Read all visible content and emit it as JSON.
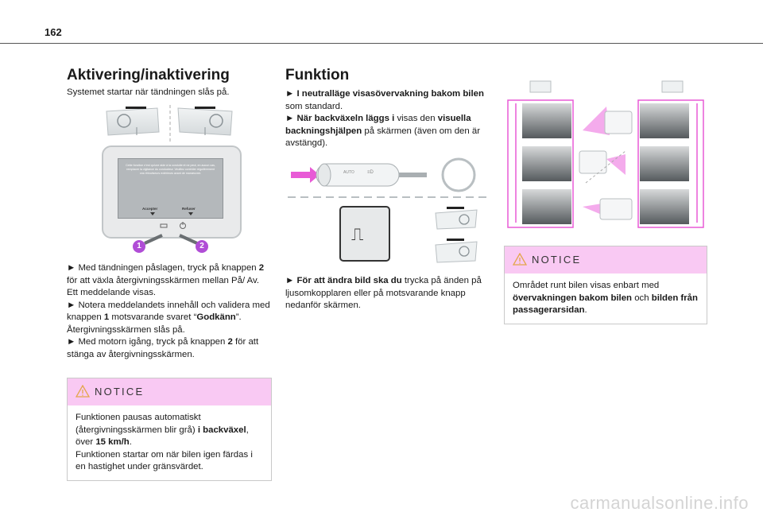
{
  "page": {
    "number": "162",
    "watermark": "carmanualsonline.info"
  },
  "left": {
    "heading": "Aktivering/inaktivering",
    "intro": "Systemet startar när tändningen slås på.",
    "screen_text": "Cette fonction n'est qu'une aide à la conduite et ne peut, en aucun cas, remplacer la vigilance du conducteur. Veuillez contrôler régulièrement vos rétroviseurs extérieurs avant de manœuvrer.",
    "screen_accept": "Accepter",
    "screen_refuse": "Refuser",
    "callout_1": "1",
    "callout_2": "2",
    "p1_a": "► Med tändningen påslagen, tryck på knappen ",
    "p1_b": "2",
    "p1_c": " för att växla återgivningsskärmen mellan På/ Av.",
    "p2": "Ett meddelande visas.",
    "p3_a": "► Notera meddelandets innehåll och validera med knappen ",
    "p3_b": "1",
    "p3_c": " motsvarande svaret “",
    "p3_d": "Godkänn",
    "p3_e": "”.",
    "p4": "Återgivningsskärmen slås på.",
    "p5_a": "► Med motorn igång, tryck på knappen ",
    "p5_b": "2",
    "p5_c": " för att stänga av återgivningsskärmen.",
    "notice": {
      "title": "NOTICE",
      "a": "Funktionen pausas automatiskt (återgivningsskärmen blir grå) ",
      "b": "i backväxel",
      "c": ", över ",
      "d": "15 km/h",
      "e": ".",
      "f": "Funktionen startar om när bilen igen färdas i en hastighet under gränsvärdet."
    }
  },
  "mid": {
    "heading": "Funktion",
    "p1_a": "► I neutralläge visasövervakning bakom bilen",
    "p1_b": " som standard.",
    "p2_a": "► När backväxeln läggs i",
    "p2_b": " visas den ",
    "p2_c": "visuella backningshjälpen",
    "p2_d": " på skärmen (även om den är avstängd).",
    "p3_a": "► För att ändra bild ska du ",
    "p3_b": " trycka på änden på ljusomkopplaren eller på motsvarande knapp nedanför skärmen."
  },
  "right": {
    "notice": {
      "title": "NOTICE",
      "a": "Området runt bilen visas enbart med ",
      "b": "övervakningen bakom bilen",
      "c": " och ",
      "d": "bilden från passagerarsidan",
      "e": "."
    }
  },
  "colors": {
    "accent": "#e85ad6",
    "notice_bg": "#f9c9f3",
    "callout": "#b04dd6"
  }
}
